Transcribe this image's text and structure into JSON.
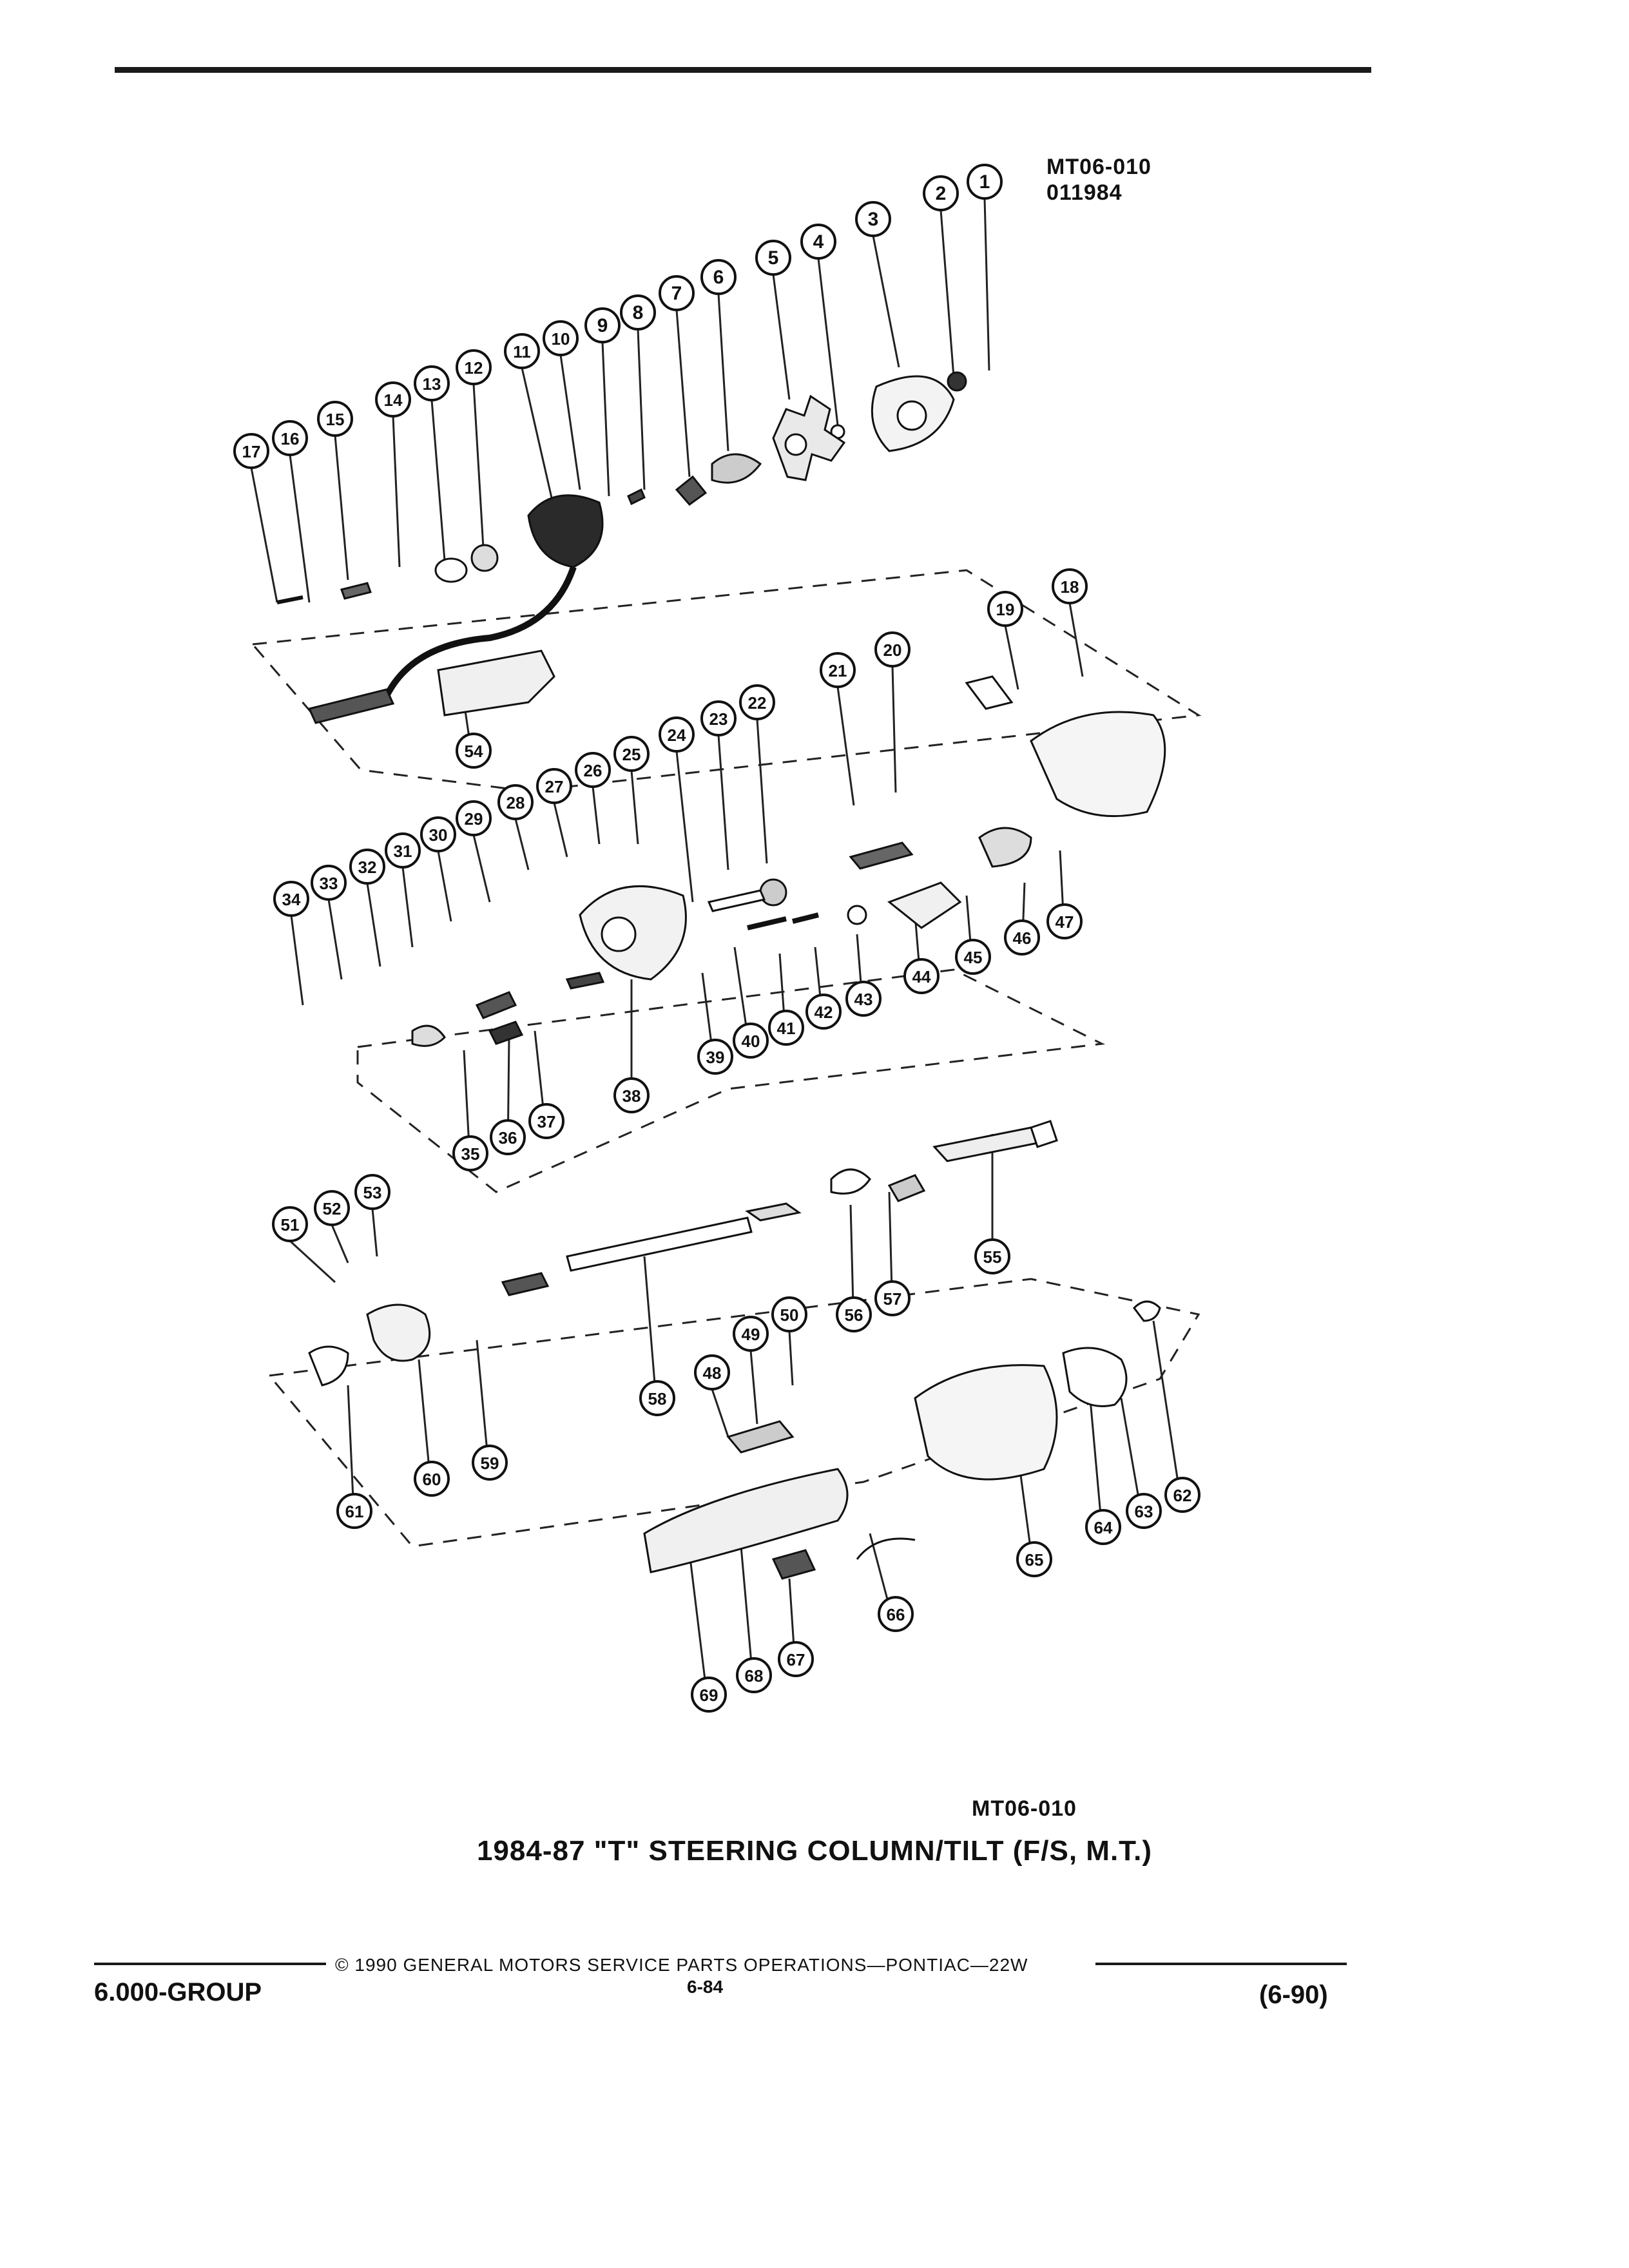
{
  "header": {
    "code_top": "MT06-010",
    "code_date": "011984"
  },
  "figure": {
    "callouts": [
      "1",
      "2",
      "3",
      "4",
      "5",
      "6",
      "7",
      "8",
      "9",
      "10",
      "11",
      "12",
      "13",
      "14",
      "15",
      "16",
      "17",
      "18",
      "19",
      "20",
      "21",
      "22",
      "23",
      "24",
      "25",
      "26",
      "27",
      "28",
      "29",
      "30",
      "31",
      "32",
      "33",
      "34",
      "35",
      "36",
      "37",
      "38",
      "39",
      "40",
      "41",
      "42",
      "43",
      "44",
      "45",
      "46",
      "47",
      "48",
      "49",
      "50",
      "51",
      "52",
      "53",
      "54",
      "55",
      "56",
      "57",
      "58",
      "59",
      "60",
      "61",
      "62",
      "63",
      "64",
      "65",
      "66",
      "67",
      "68",
      "69"
    ],
    "code_bottom": "MT06-010",
    "caption": "1984-87 \"T\" STEERING COLUMN/TILT (F/S, M.T.)"
  },
  "footer": {
    "copyright": "© 1990 GENERAL MOTORS SERVICE PARTS OPERATIONS—PONTIAC—22W",
    "group": "6.000-GROUP",
    "page": "6-84",
    "date_code": "(6-90)"
  }
}
